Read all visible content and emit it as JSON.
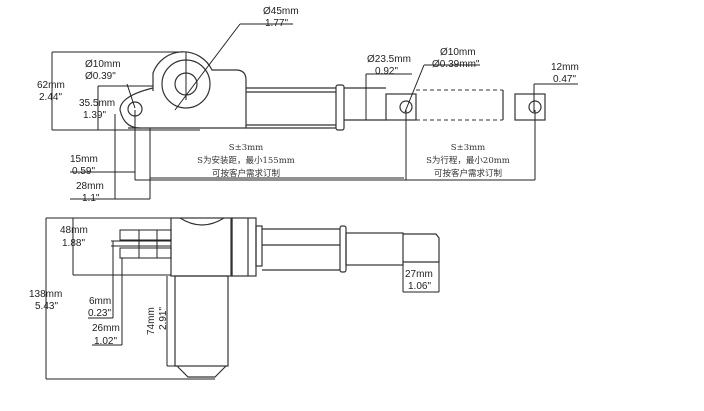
{
  "drawing": {
    "title": "Linear actuator dimension drawing",
    "top_view": {
      "dims": {
        "motor_dia_mm": "Ø45mm",
        "motor_dia_in": "1.77\"",
        "rear_hole_mm": "Ø10mm",
        "rear_hole_in": "Ø0.39\"",
        "height_mm": "62mm",
        "height_in": "2.44\"",
        "clevis_mm": "35.5mm",
        "clevis_in": "1.39\"",
        "offset1_mm": "15mm",
        "offset1_in": "0.59\"",
        "offset2_mm": "28mm",
        "offset2_in": "1.1\"",
        "tube_dia_mm": "Ø23.5mm",
        "tube_dia_in": "0.92\"",
        "front_hole_mm": "Ø10mm",
        "front_hole_in": "Ø0.39mm\"",
        "end_mm": "12mm",
        "end_in": "0.47\""
      },
      "notes": {
        "install": [
          "S±3mm",
          "S为安装距，最小155mm",
          "可按客户需求订制"
        ],
        "stroke": [
          "S±3mm",
          "S为行程，最小20mm",
          "可按客户需求订制"
        ]
      }
    },
    "side_view": {
      "dims": {
        "width_mm": "48mm",
        "width_in": "1.88\"",
        "total_mm": "138mm",
        "total_in": "5.43\"",
        "a_mm": "6mm",
        "a_in": "0.23\"",
        "b_mm": "26mm",
        "b_in": "1.02\"",
        "motor_len_mm": "74mm",
        "motor_len_in": "2.91\"",
        "rod_mm": "27mm",
        "rod_in": "1.06\""
      }
    }
  }
}
